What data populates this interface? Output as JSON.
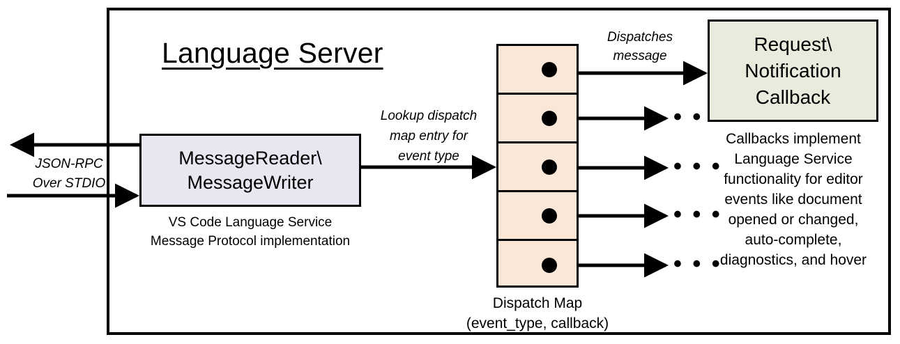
{
  "diagram": {
    "title": "Language Server",
    "outer_frame_name": "language-server-boundary"
  },
  "protocol": {
    "external_label": "JSON-RPC\nOver STDIO",
    "external_label_line1": "JSON-RPC",
    "external_label_line2": "Over STDIO",
    "box_line1": "MessageReader\\",
    "box_line2": "MessageWriter",
    "caption_line1": "VS Code Language Service",
    "caption_line2": "Message Protocol implementation",
    "box_fill": "#e9e5f1"
  },
  "lookup": {
    "label_line1": "Lookup dispatch",
    "label_line2": "map entry for",
    "label_line3": "event type"
  },
  "dispatch_map": {
    "caption_line1": "Dispatch Map",
    "caption_line2": "(event_type, callback)",
    "row_fill": "#fbe7d8",
    "rows": [
      {
        "id": "row-1",
        "dot": "callback-dot"
      },
      {
        "id": "row-2",
        "dot": "callback-dot"
      },
      {
        "id": "row-3",
        "dot": "callback-dot"
      },
      {
        "id": "row-4",
        "dot": "callback-dot"
      },
      {
        "id": "row-5",
        "dot": "callback-dot"
      }
    ]
  },
  "dispatches": {
    "label_line1": "Dispatches",
    "label_line2": "message"
  },
  "callback": {
    "box_line1": "Request\\",
    "box_line2": "Notification",
    "box_line3": "Callback",
    "box_fill": "#e7ecdd",
    "caption_line1": "Callbacks implement",
    "caption_line2": "Language Service",
    "caption_line3": "functionality for editor",
    "caption_line4": "events like document",
    "caption_line5": "opened or changed,",
    "caption_line6": "auto-complete,",
    "caption_line7": "diagnostics, and hover"
  },
  "ellipses": {
    "marker": "• • •"
  },
  "colors": {
    "stroke": "#000000",
    "background": "#ffffff"
  }
}
